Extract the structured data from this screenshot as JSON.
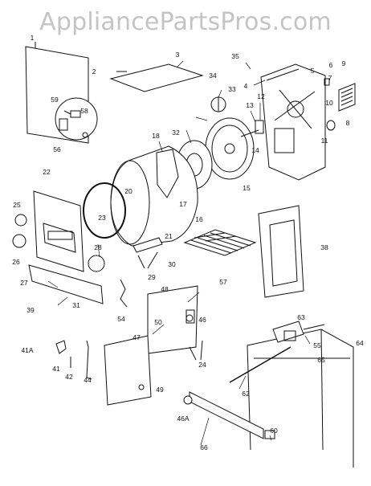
{
  "watermark": "AppliancePartsPros.com",
  "callouts": [
    "1",
    "2",
    "3",
    "4",
    "5",
    "6",
    "7",
    "8",
    "9",
    "10",
    "11",
    "12",
    "13",
    "14",
    "15",
    "16",
    "17",
    "18",
    "20",
    "21",
    "22",
    "23",
    "24",
    "25",
    "26",
    "27",
    "28",
    "29",
    "30",
    "31",
    "32",
    "33",
    "34",
    "35",
    "38",
    "39",
    "41",
    "41A",
    "42",
    "44",
    "46",
    "46A",
    "47",
    "48",
    "49",
    "50",
    "54",
    "55",
    "56",
    "57",
    "58",
    "59",
    "60",
    "62",
    "63",
    "64",
    "65",
    "66"
  ]
}
